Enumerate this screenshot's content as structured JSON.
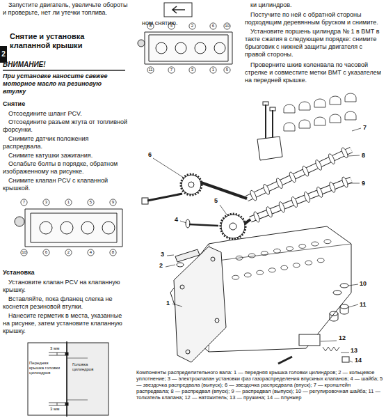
{
  "diagram": {
    "caption": "Компоненты распределительного вала: 1 — передняя крышка головки цилиндров; 2 — кольцевое уплотнение; 3 — электроклапан установки фаз газораспределения впускных клапанов; 4 — шайба; 5 — звездочка распредвала (выпуск); 6 — звездочка распредвала (впуск); 7 — кронштейн распредвала; 8 — распредвал (впуск); 9 — распредвал (выпуск); 10 — регулировочная шайба; 11 — толкатель клапана; 12 — натяжитель; 13 — пружина; 14 — плунжер",
    "labels": [
      "Запустите двигатель, увеличьте обороты и проверьте, нет ли утечки топлива.",
      "2",
      "Снятие и установка клапанной крышки",
      "ВНИМАНИЕ!",
      "При установке наносите свежее моторное масло на резиновую втулку",
      "Снятие",
      "Отсоедините шланг PCV.",
      "Отсоедините разъем жгута от топливной форсунки.",
      "Снимите датчик положения распредвала.",
      "Снимите катушки зажигания.",
      "Ослабьте болты в порядке, обратном изображенному на рисунке.",
      "Снимите клапан PCV с клапанной крышкой.",
      "Установка",
      "Установите клапан PCV на клапанную крышку.",
      "Вставляйте, пока фланец слегка не коснется резиновой втулки.",
      "Нанесите герметик в места, указанные на рисунке, затем установите клапанную крышку.",
      "3 мм",
      "Передняя крышка головки цилиндров",
      "Головка цилиндров",
      "3 мм",
      "ки цилиндров.",
      "Постучите по ней с обратной стороны подходящим деревянным бруском и снимите.",
      "Установите поршень цилиндра № 1 в ВМТ в такте сжатия в следующем порядке: снимите брызговик с нижней защиты двигателя с правой стороны.",
      "Проверните шкив коленвала по часовой стрелке и совместите метки ВМТ с указателем на передней крышке.",
      "ном снятию.",
      "1",
      "2",
      "3",
      "4",
      "5",
      "6",
      "7",
      "8",
      "9",
      "10",
      "11",
      "12",
      "13",
      "14",
      "7",
      "3",
      "1",
      "5",
      "9",
      "10",
      "6",
      "2",
      "4",
      "8",
      "8",
      "4",
      "2",
      "6",
      "10",
      "11",
      "7",
      "3",
      "1",
      "5"
    ]
  }
}
